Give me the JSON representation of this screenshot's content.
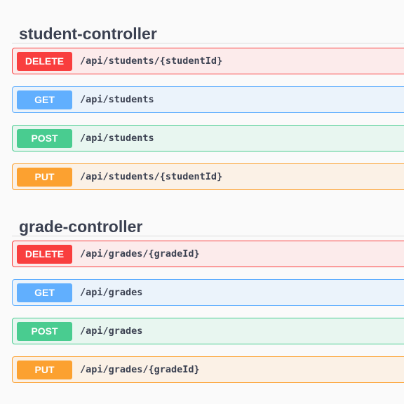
{
  "sections": [
    {
      "title": "student-controller",
      "operations": [
        {
          "method": "DELETE",
          "path": "/api/students/{studentId}"
        },
        {
          "method": "GET",
          "path": "/api/students"
        },
        {
          "method": "POST",
          "path": "/api/students"
        },
        {
          "method": "PUT",
          "path": "/api/students/{studentId}"
        }
      ]
    },
    {
      "title": "grade-controller",
      "operations": [
        {
          "method": "DELETE",
          "path": "/api/grades/{gradeId}"
        },
        {
          "method": "GET",
          "path": "/api/grades"
        },
        {
          "method": "POST",
          "path": "/api/grades"
        },
        {
          "method": "PUT",
          "path": "/api/grades/{gradeId}"
        }
      ]
    }
  ],
  "colors": {
    "DELETE": {
      "badge": "#f93e3e",
      "bg": "#fcebeb",
      "border": "#f93e3e"
    },
    "GET": {
      "badge": "#61affe",
      "bg": "#ebf3fb",
      "border": "#61affe"
    },
    "POST": {
      "badge": "#49cc90",
      "bg": "#e8f6f0",
      "border": "#49cc90"
    },
    "PUT": {
      "badge": "#fca130",
      "bg": "#fbf1e6",
      "border": "#fca130"
    }
  }
}
